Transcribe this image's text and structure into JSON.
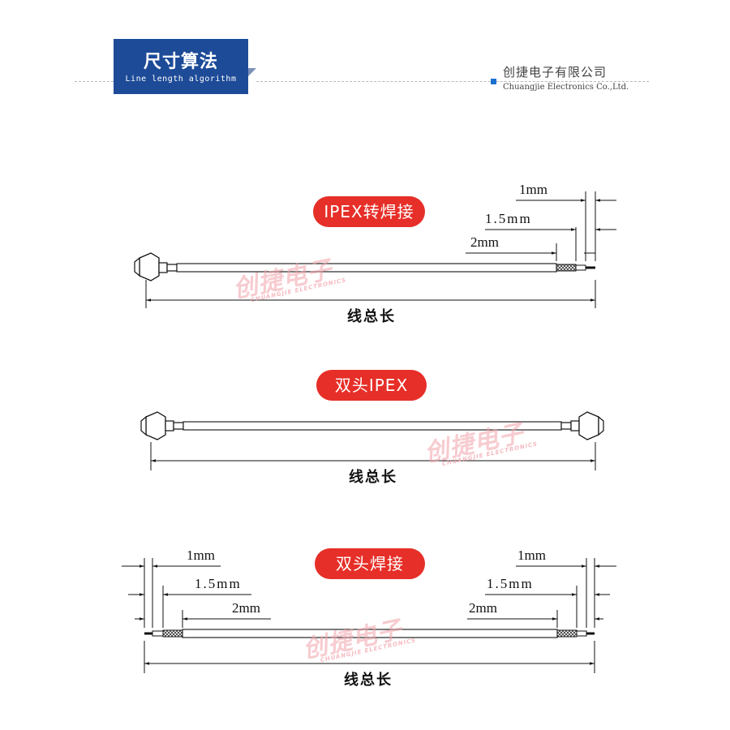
{
  "header": {
    "title": "尺寸算法",
    "subtitle": "Line length algorithm",
    "company_cn": "创捷电子有限公司",
    "company_en": "Chuangjie Electronics Co.,Ltd."
  },
  "colors": {
    "header_bg": "#1d4b98",
    "pill_red": "#e62f28",
    "watermark": "#f2a3ab"
  },
  "sections": [
    {
      "label": "IPEX转焊接",
      "total_caption": "线总长",
      "dims": [
        "1mm",
        "1.5mm",
        "2mm"
      ]
    },
    {
      "label": "双头IPEX",
      "total_caption": "线总长"
    },
    {
      "label": "双头焊接",
      "total_caption": "线总长",
      "left_dims": [
        "1mm",
        "1.5mm",
        "2mm"
      ],
      "right_dims": [
        "1mm",
        "1.5mm",
        "2mm"
      ]
    }
  ],
  "watermark": {
    "cn": "创捷电子",
    "en": "CHUANGJIE ELECTRONICS"
  }
}
